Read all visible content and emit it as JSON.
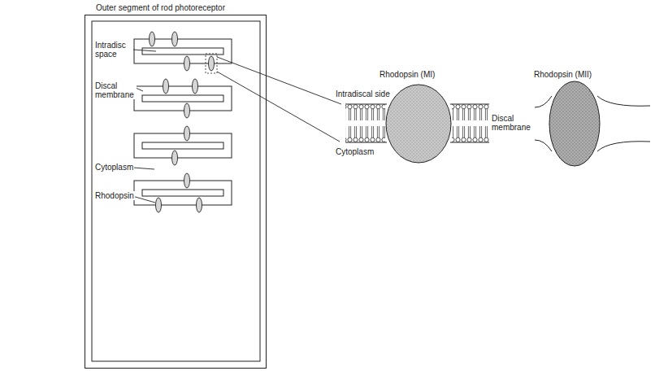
{
  "diagram": {
    "nodes": [
      {
        "text": [
          "Outer segment of rod photoreceptor"
        ]
      }
    ],
    "labels": [
      "Intradisc space",
      "Discal membrane",
      "Cytoplasm",
      "Rhodopsin",
      "Rhodopsin (MI)",
      "Rhodopsin (MII)",
      "Intradiscal side",
      "Discal membrane",
      "Cytoplasm"
    ]
  }
}
